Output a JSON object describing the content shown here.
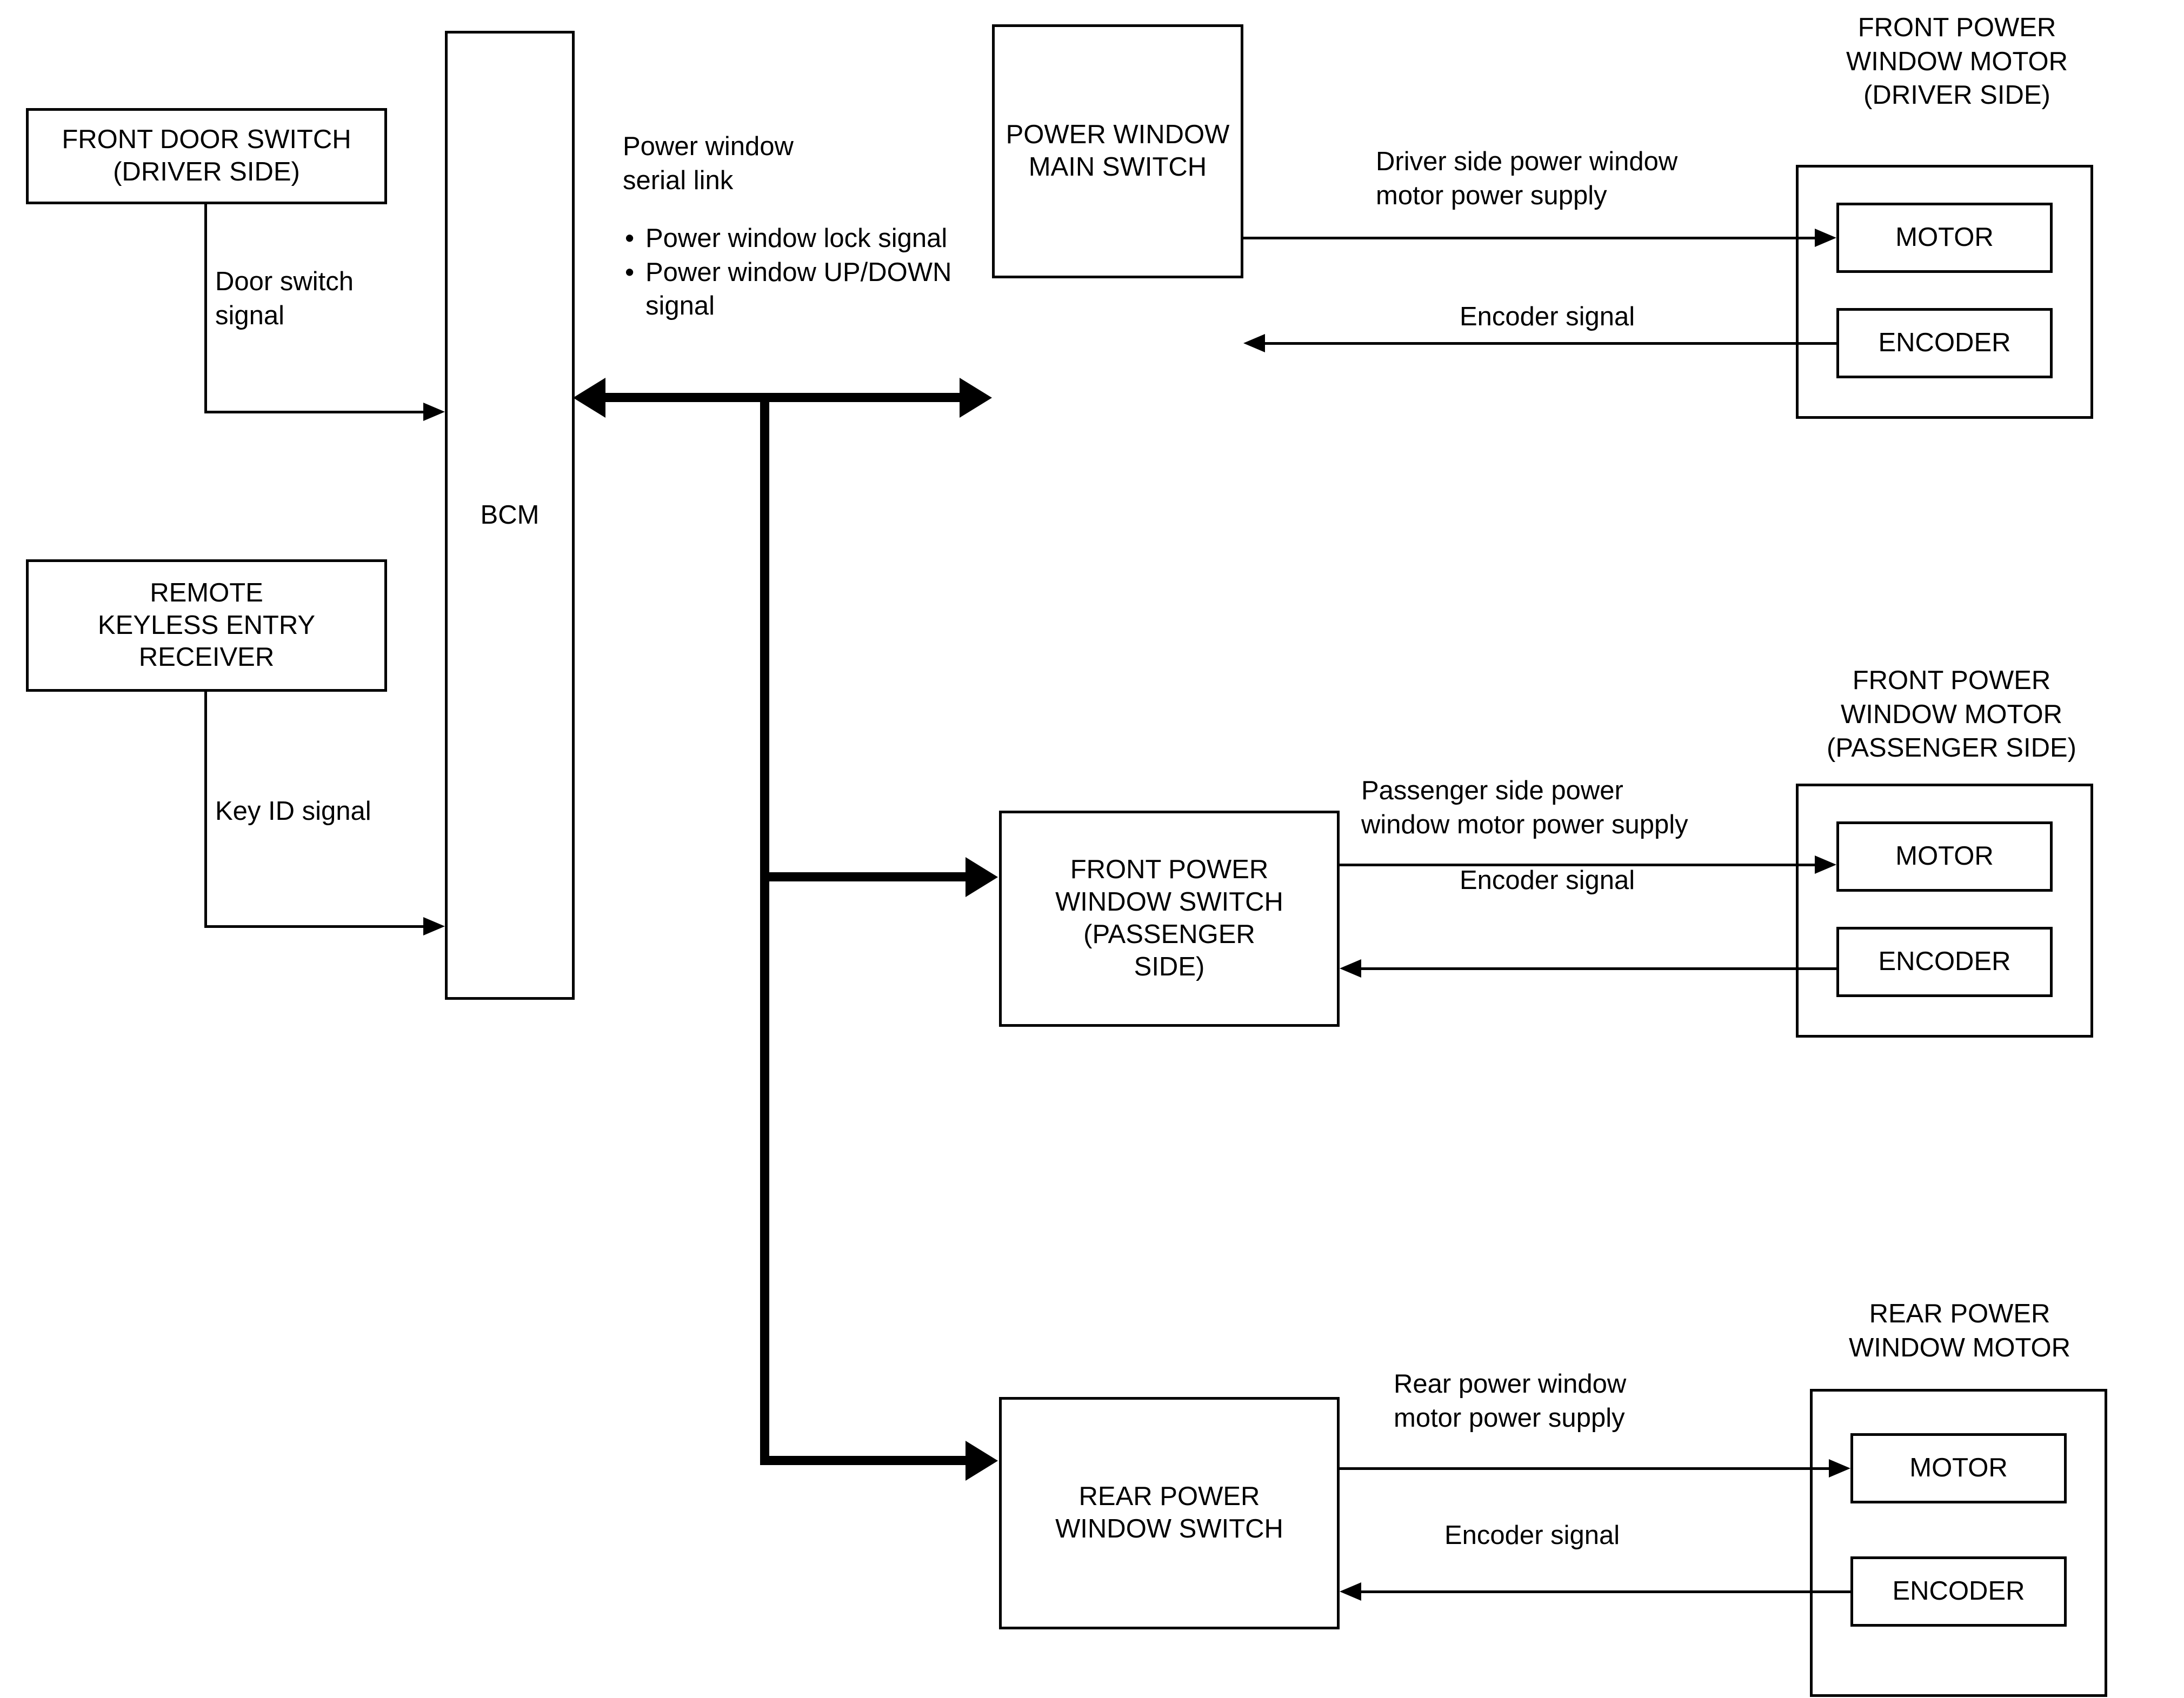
{
  "diagram": {
    "title": "Power window system block diagram",
    "colors": {
      "line": "#000000",
      "background": "#ffffff",
      "text": "#000000"
    }
  },
  "blocks": {
    "front_door_switch": "FRONT DOOR SWITCH\n(DRIVER SIDE)",
    "remote_keyless_entry_receiver": "REMOTE\nKEYLESS ENTRY\nRECEIVER",
    "bcm": "BCM",
    "power_window_main_switch": "POWER WINDOW\nMAIN SWITCH",
    "front_power_window_switch_passenger": "FRONT POWER\nWINDOW SWITCH\n(PASSENGER\nSIDE)",
    "rear_power_window_switch": "REAR POWER\nWINDOW SWITCH",
    "motor": "MOTOR",
    "encoder": "ENCODER"
  },
  "group_titles": {
    "front_motor_driver": "FRONT POWER\nWINDOW MOTOR\n(DRIVER SIDE)",
    "front_motor_passenger": "FRONT POWER\nWINDOW MOTOR\n(PASSENGER SIDE)",
    "rear_motor": "REAR POWER\nWINDOW MOTOR"
  },
  "signals": {
    "door_switch_signal": "Door switch\nsignal",
    "key_id_signal": "Key ID signal",
    "serial_link_title": "Power window\nserial link",
    "serial_link_bullets": [
      "Power window\nlock signal",
      "Power window\nUP/DOWN signal"
    ],
    "driver_motor_power_supply": "Driver side power window\nmotor power supply",
    "passenger_motor_power_supply": "Passenger side power\nwindow motor power supply",
    "rear_motor_power_supply": "Rear power window\nmotor power supply",
    "encoder_signal_driver": "Encoder signal",
    "encoder_signal_passenger": "Encoder signal",
    "encoder_signal_rear": "Encoder signal"
  }
}
